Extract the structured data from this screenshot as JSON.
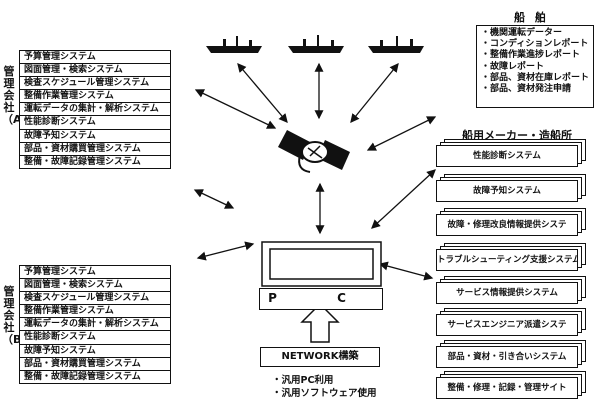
{
  "company_a": {
    "label": "管理会社（A）",
    "systems": [
      "予算管理システム",
      "図面管理・検索システム",
      "検査スケジュール管理システム",
      "整備作業管理システム",
      "運転データの集計・解析システム",
      "性能診断システム",
      "故障予知システム",
      "部品・資材購買管理システム",
      "整備・故障記録管理システム"
    ]
  },
  "company_b": {
    "label": "管理会社（B）",
    "systems": [
      "予算管理システム",
      "図面管理・検索システム",
      "検査スケジュール管理システム",
      "整備作業管理システム",
      "運転データの集計・解析システム",
      "性能診断システム",
      "故障予知システム",
      "部品・資材購買管理システム",
      "整備・故障記録管理システム"
    ]
  },
  "ship": {
    "title": "船 舶",
    "items": [
      "・機関運転データー",
      "・コンディションレポート",
      "・整備作業進捗レポート",
      "・故障レポート",
      "・部品、資材在庫レポート",
      "・部品、資材発注申請"
    ]
  },
  "maker": {
    "title": "船用メーカー・造船所",
    "systems": [
      "性能診断システム",
      "故障予知システム",
      "故障・修理改良情報提供システ",
      "トラブルシューティング支援システム",
      "サービス情報提供システム",
      "サービスエンジニア派遣システ",
      "部品・資材・引き合いシステム",
      "整備・修理・記録・管理サイト"
    ]
  },
  "pc": {
    "label": "P C"
  },
  "network": {
    "label": "NETWORK構築",
    "notes": [
      "・汎用PC利用",
      "・汎用ソフトウェア使用"
    ]
  }
}
